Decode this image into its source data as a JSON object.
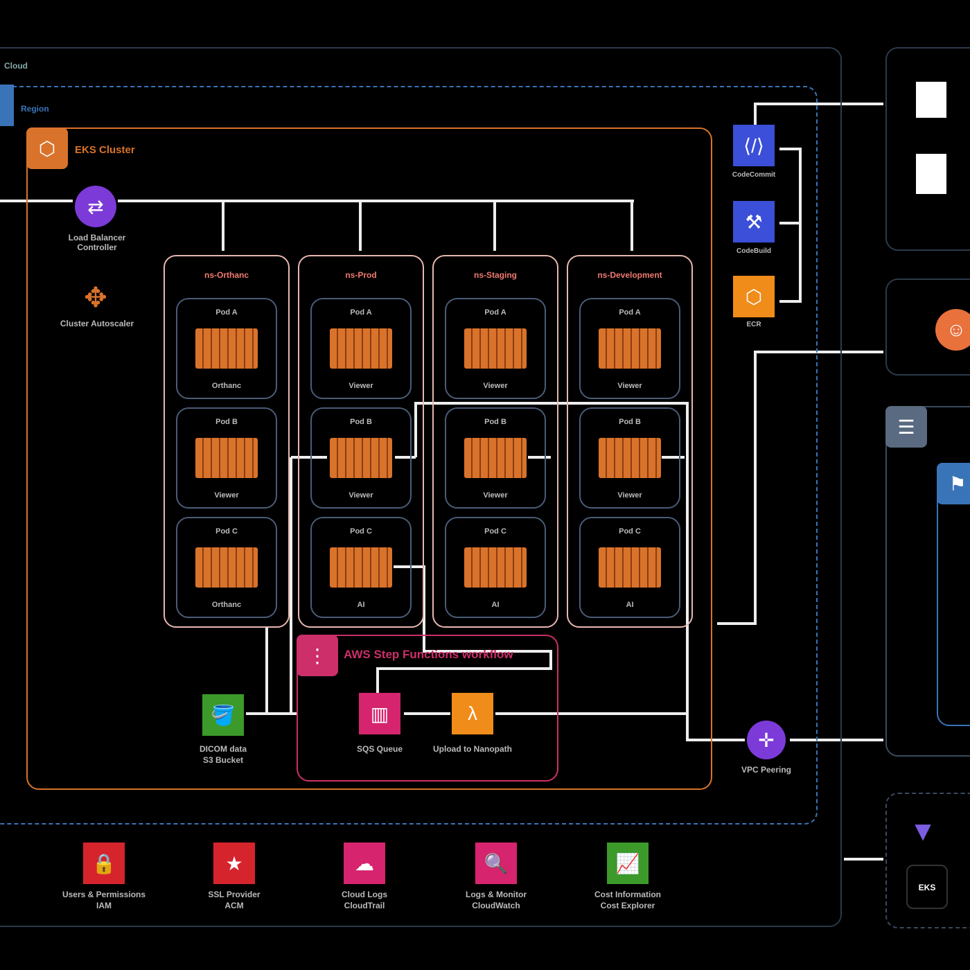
{
  "cloud": {
    "label": "Cloud"
  },
  "region": {
    "label": "Region"
  },
  "eks": {
    "label": "EKS Cluster",
    "color": "#d9732b"
  },
  "ingress": {
    "label": "Load Balancer Controller"
  },
  "autoscaler": {
    "label": "Cluster Autoscaler"
  },
  "namespaces": [
    {
      "label": "ns-Orthanc",
      "pods": [
        {
          "title": "Pod A",
          "app": "Orthanc"
        },
        {
          "title": "Pod B",
          "app": "Viewer"
        },
        {
          "title": "Pod C",
          "app": "Orthanc"
        }
      ]
    },
    {
      "label": "ns-Prod",
      "pods": [
        {
          "title": "Pod A",
          "app": "Viewer"
        },
        {
          "title": "Pod B",
          "app": "Viewer"
        },
        {
          "title": "Pod C",
          "app": "AI"
        }
      ]
    },
    {
      "label": "ns-Staging",
      "pods": [
        {
          "title": "Pod A",
          "app": "Viewer"
        },
        {
          "title": "Pod B",
          "app": "Viewer"
        },
        {
          "title": "Pod C",
          "app": "AI"
        }
      ]
    },
    {
      "label": "ns-Development",
      "pods": [
        {
          "title": "Pod A",
          "app": "Viewer"
        },
        {
          "title": "Pod B",
          "app": "Viewer"
        },
        {
          "title": "Pod C",
          "app": "AI"
        }
      ]
    }
  ],
  "stepfn": {
    "label": "AWS Step Functions workflow",
    "color": "#cc2f6a"
  },
  "s3": {
    "label1": "DICOM data",
    "label2": "S3 Bucket"
  },
  "sqs": {
    "label": "SQS Queue"
  },
  "lambda": {
    "label": "Upload to Nanopath"
  },
  "vpc": {
    "label": "VPC Peering"
  },
  "cicd": [
    {
      "label": "CodeCommit"
    },
    {
      "label": "CodeBuild"
    },
    {
      "label": "ECR"
    }
  ],
  "bottom": [
    {
      "l1": "Users & Permissions",
      "l2": "IAM",
      "color": "#d6242d"
    },
    {
      "l1": "SSL Provider",
      "l2": "ACM",
      "color": "#d6242d"
    },
    {
      "l1": "Cloud Logs",
      "l2": "CloudTrail",
      "color": "#d6246e"
    },
    {
      "l1": "Logs & Monitor",
      "l2": "CloudWatch",
      "color": "#d6246e"
    },
    {
      "l1": "Cost Information",
      "l2": "Cost Explorer",
      "color": "#3b9a2a"
    }
  ],
  "right": {
    "terraform_cell": "EKS"
  }
}
